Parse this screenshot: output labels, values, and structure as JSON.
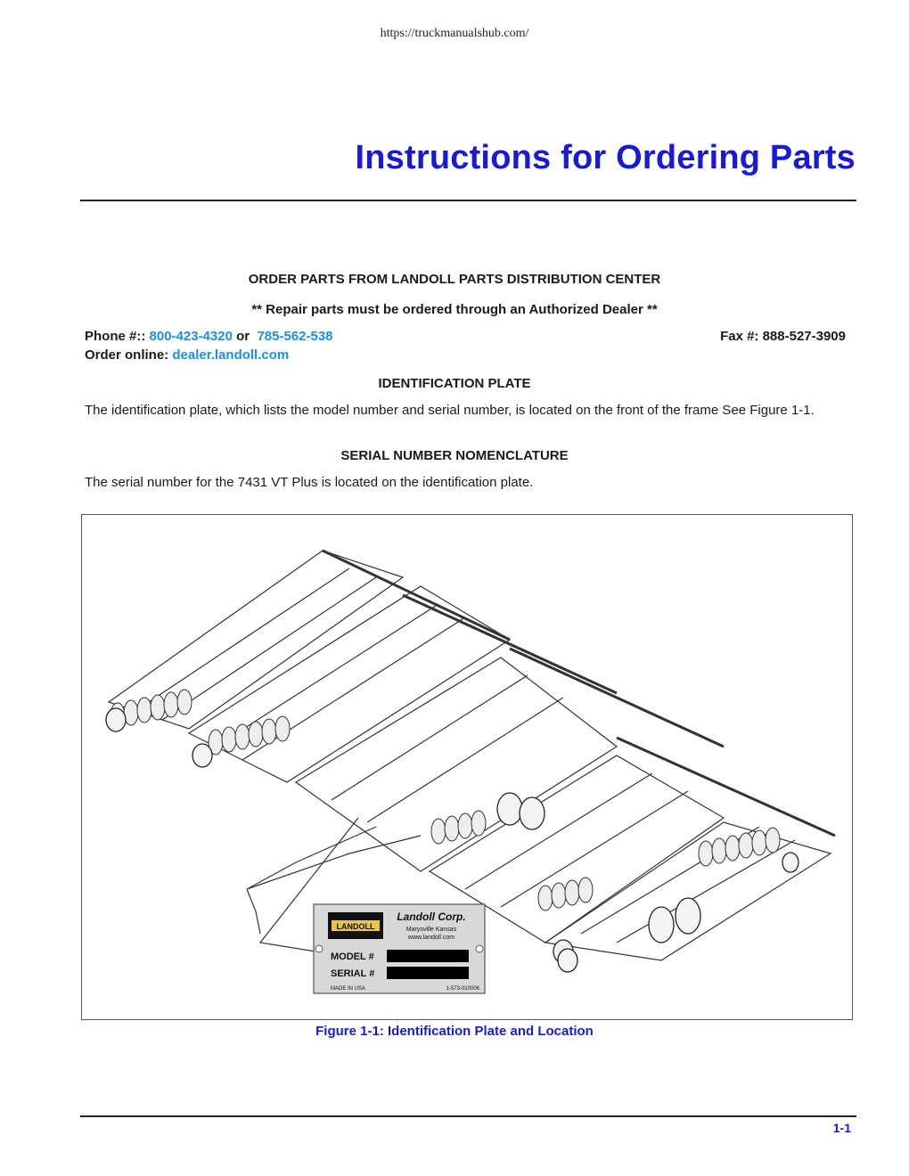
{
  "header": {
    "url": "https://truckmanualshub.com/"
  },
  "page": {
    "title": "Instructions for Ordering Parts",
    "page_number": "1-1"
  },
  "order_section": {
    "heading": "ORDER PARTS FROM LANDOLL PARTS DISTRIBUTION CENTER",
    "notice": "** Repair parts must be ordered through an Authorized Dealer **",
    "phone_label": "Phone #::",
    "phone_1": "800-423-4320",
    "phone_or": "or",
    "phone_2": "785-562-538",
    "fax": "Fax #: 888-527-3909",
    "online_label": "Order online:",
    "online_link": "dealer.landoll.com"
  },
  "identification": {
    "heading": "IDENTIFICATION PLATE",
    "text": "The identification plate, which lists the model number and serial number, is located on the front of the frame See Figure 1-1."
  },
  "serial": {
    "heading": "SERIAL NUMBER NOMENCLATURE",
    "text": "The serial number for the 7431 VT Plus is located on the identification plate."
  },
  "figure": {
    "caption": "Figure 1-1:  Identification Plate and Location",
    "plate": {
      "logo": "LANDOLL",
      "company": "Landoll Corp.",
      "city": "Marysville  Kansas",
      "web": "www.landoll.com",
      "model_label": "MODEL #",
      "serial_label": "SERIAL #",
      "made_in": "MADE  IN  USA",
      "part_no": "1-573-010006"
    }
  },
  "colors": {
    "title": "#1a1ad6",
    "link": "#1c8fe6",
    "text": "#1a1a1a"
  }
}
